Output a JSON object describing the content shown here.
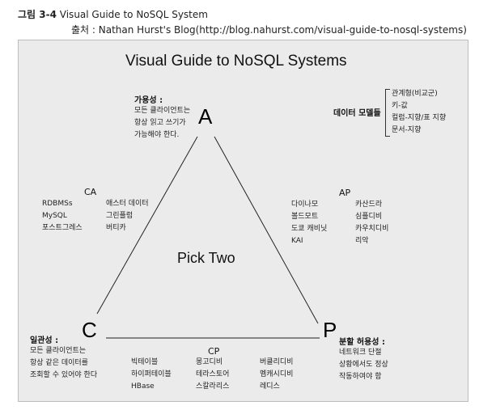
{
  "caption": {
    "prefix": "그림 3-4",
    "text": "Visual Guide to NoSQL System"
  },
  "source": "출처 : Nathan Hurst's Blog(http://blog.nahurst.com/visual-guide-to-nosql-systems)",
  "diagram": {
    "title": "Visual Guide to NoSQL Systems",
    "center": "Pick Two",
    "vertices": {
      "a": "A",
      "c": "C",
      "p": "P"
    },
    "availability": {
      "heading": "가용성 :",
      "lines": [
        "모든 클라이언트는",
        "항상 읽고 쓰기가",
        "가능해야 한다."
      ]
    },
    "consistency": {
      "heading": "일관성 :",
      "lines": [
        "모든 클라이언트는",
        "항상 같은 데이터를",
        "조회할 수 있어야 한다"
      ]
    },
    "partition": {
      "heading": "분할 허용성 :",
      "lines": [
        "네트워크 단절",
        "상황에서도 정상",
        "작동하여야 함"
      ]
    },
    "legend": {
      "heading": "데이터 모델들",
      "items": [
        "관계형(비교군)",
        "키-값",
        "컬럼-지향/표 지향",
        "문서-지향"
      ]
    },
    "ca": {
      "label": "CA",
      "col1": [
        "RDBMSs",
        "MySQL",
        "포스트그레스"
      ],
      "col2": [
        "애스터 데이터",
        "그린플럼",
        "버티카"
      ]
    },
    "ap": {
      "label": "AP",
      "col1": [
        "다이나모",
        "볼드모트",
        "도쿄 캐비닛",
        "KAI"
      ],
      "col2": [
        "카산드라",
        "심플디비",
        "카우치디비",
        "리악"
      ]
    },
    "cp": {
      "label": "CP",
      "col1": [
        "빅테이블",
        "하이퍼테이블",
        "HBase"
      ],
      "col2": [
        "몽고디비",
        "테라스토어",
        "스칼라리스"
      ],
      "col3": [
        "버클리디비",
        "멤캐시디비",
        "레디스"
      ]
    }
  }
}
